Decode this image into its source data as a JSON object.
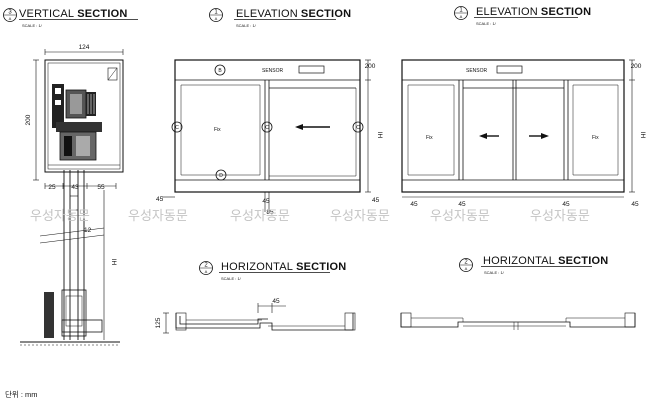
{
  "titles": {
    "vertical_section": {
      "num": "3",
      "sub": "A",
      "word1": "VERTICAL",
      "word2": "SECTION",
      "scale": "SCALE : 1/"
    },
    "elevation_single": {
      "num": "1",
      "sub": "A",
      "word1": "ELEVATION",
      "word2": "SECTION",
      "scale": "SCALE : 1/"
    },
    "elevation_double": {
      "num": "1",
      "sub": "A",
      "word1": "ELEVATION",
      "word2": "SECTION",
      "scale": "SCALE : 1/"
    },
    "horizontal_single": {
      "num": "2",
      "sub": "A",
      "word1": "HORIZONTAL",
      "word2": "SECTION",
      "scale": "SCALE : 1/"
    },
    "horizontal_double": {
      "num": "2",
      "sub": "A",
      "word1": "HORIZONTAL",
      "word2": "SECTION",
      "scale": "SCALE : 1/"
    }
  },
  "vertical": {
    "dim_width": "124",
    "dim_height": "200",
    "dim_bottom": [
      "25",
      "43",
      "55"
    ],
    "dim_gap": "12",
    "dim_h": "IH"
  },
  "elevation_single": {
    "sensor": "SENSOR",
    "fix": "Fix",
    "markers": [
      "B",
      "C",
      "C",
      "C",
      "D"
    ],
    "dim_top": "200",
    "dim_right": "IH",
    "dim_left": "45",
    "dim_right_bottom": "45",
    "dim_mid": [
      "45",
      "85"
    ]
  },
  "elevation_double": {
    "sensor": "SENSOR",
    "fix_left": "Fix",
    "fix_right": "Fix",
    "dim_top": "200",
    "dim_right": "IH",
    "dim_bottom": [
      "45",
      "45",
      "45",
      "45"
    ]
  },
  "horizontal_single": {
    "dim_left": "125",
    "dim_top": "45"
  },
  "watermark": [
    "우성자동문",
    "우성자동문",
    "우성자동문",
    "우성자동문",
    "우성자동문",
    "우성자동문"
  ],
  "unit_note": "단위 : mm"
}
